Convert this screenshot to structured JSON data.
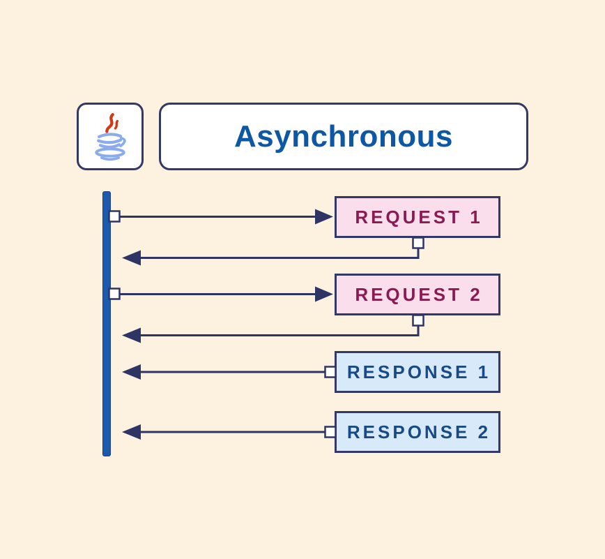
{
  "header": {
    "title": "Asynchronous",
    "logo": "java-logo"
  },
  "messages": [
    {
      "id": "request-1",
      "label": "REQUEST 1",
      "kind": "request",
      "direction": "lifeline-to-box"
    },
    {
      "id": "request-2",
      "label": "REQUEST 2",
      "kind": "request",
      "direction": "lifeline-to-box"
    },
    {
      "id": "response-1",
      "label": "RESPONSE 1",
      "kind": "response",
      "direction": "box-to-lifeline"
    },
    {
      "id": "response-2",
      "label": "RESPONSE 2",
      "kind": "response",
      "direction": "box-to-lifeline"
    }
  ],
  "colors": {
    "background": "#fdf2df",
    "box_border": "#333866",
    "request_fill": "#fbdeec",
    "request_text": "#8c1a52",
    "response_fill": "#d8eaf9",
    "response_text": "#174a86",
    "arrow_line": "#2e3464",
    "lifeline": "#1d59ac",
    "title_text": "#0e57a5",
    "logo_steam": "#d03a1a",
    "logo_cup": "#8aacec"
  }
}
